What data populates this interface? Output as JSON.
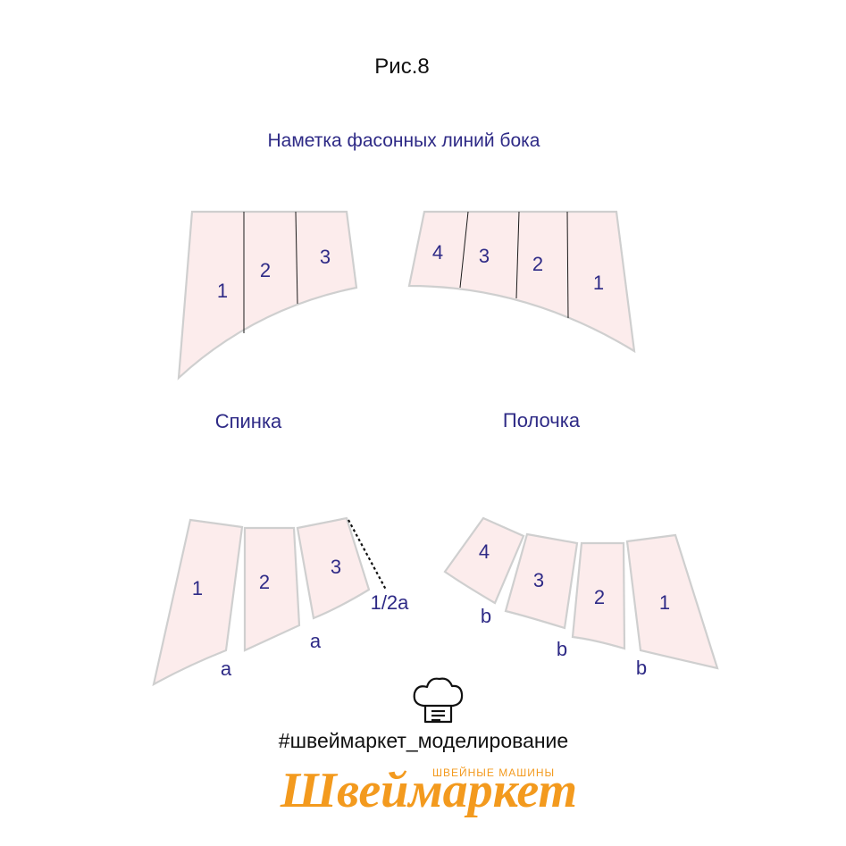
{
  "figure_label": "Рис.8",
  "title": "Наметка фасонных линий бока",
  "back": {
    "label": "Спинка",
    "panel_numbers": [
      "1",
      "2",
      "3"
    ],
    "cut_labels": [
      "a",
      "a",
      "1/2a"
    ]
  },
  "front": {
    "label": "Полочка",
    "panel_numbers": [
      "4",
      "3",
      "2",
      "1"
    ],
    "cut_labels": [
      "b",
      "b",
      "b"
    ]
  },
  "hashtag": "#швеймаркет_моделирование",
  "brand": {
    "name": "Швеймаркет",
    "subtitle": "ШВЕЙНЫЕ МАШИНЫ",
    "icon": "chef-hat-icon"
  },
  "colors": {
    "piece_fill": "#fcecec",
    "piece_stroke": "#cfcfcf",
    "label_text": "#2e2a86",
    "brand_orange": "#f39a1e"
  }
}
